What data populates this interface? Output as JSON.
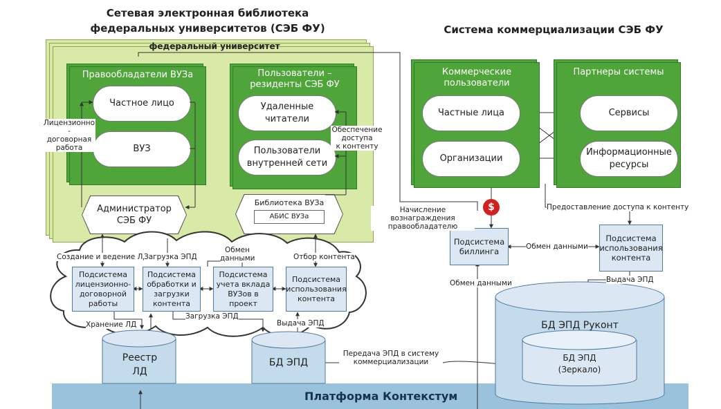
{
  "titles": {
    "left_line1": "Сетевая электронная библиотека",
    "left_line2": "федеральных университетов (СЭБ ФУ)",
    "right": "Система коммерциализации СЭБ ФУ"
  },
  "university": {
    "label": "федеральный университет"
  },
  "rightholders": {
    "title": "Правообладатели ВУЗа",
    "items": [
      "Частное лицо",
      "ВУЗ"
    ]
  },
  "residents": {
    "title_line1": "Пользователи –",
    "title_line2": "резиденты СЭБ ФУ",
    "items": [
      {
        "line1": "Удаленные",
        "line2": "читатели"
      },
      {
        "line1": "Пользователи",
        "line2": "внутренней сети"
      }
    ]
  },
  "admin": {
    "line1": "Администратор",
    "line2": "СЭБ ФУ"
  },
  "library": {
    "title": "Библиотека ВУЗа",
    "abis": "АБИС ВУЗа"
  },
  "commercial": {
    "title_line1": "Коммерческие",
    "title_line2": "пользователи",
    "items": [
      "Частные лица",
      "Организации"
    ]
  },
  "partners": {
    "title": "Партнеры системы",
    "items": [
      {
        "line1": "Сервисы",
        "line2": ""
      },
      {
        "line1": "Информационные",
        "line2": "ресурсы"
      }
    ]
  },
  "subsystems": [
    {
      "lines": [
        "Подсистема",
        "лицензионно-",
        "договорной",
        "работы"
      ]
    },
    {
      "lines": [
        "Подсистема",
        "обработки и",
        "загрузки",
        "контента"
      ]
    },
    {
      "lines": [
        "Подсистема",
        "учета вклада",
        "ВУЗов в",
        "проект"
      ]
    },
    {
      "lines": [
        "Подсистема",
        "использования",
        "контента"
      ]
    }
  ],
  "billing": {
    "lines": [
      "Подсистема",
      "биллинга"
    ]
  },
  "usage_right": {
    "lines": [
      "Подсистема",
      "использования",
      "контента"
    ]
  },
  "labels": {
    "license_work": [
      "Лицензионно -",
      "договорная",
      "работа"
    ],
    "access": [
      "Обеспечение",
      "доступа",
      "к контенту"
    ],
    "create_ld": "Создание и ведение ЛД",
    "load_epd_top": "Загрузка ЭПД",
    "exchange_top": [
      "Обмен",
      "данными"
    ],
    "select_content": "Отбор контента",
    "store_ld": "Хранение ЛД",
    "load_epd_bottom": "Загрузка ЭПД",
    "issue_epd_left": "Выдача ЭПД",
    "reward": [
      "Начисление вознаграждения",
      "правообладателю"
    ],
    "grant_access": "Предоставление доступа к контенту",
    "exchange_right": "Обмен данными",
    "exchange_bottom": "Обмен данными",
    "issue_epd_right": "Выдача ЭПД",
    "transfer": [
      "Передача ЭПД в систему",
      "коммерциализации"
    ],
    "dollar": "$"
  },
  "databases": {
    "registry": {
      "line1": "Реестр",
      "line2": "ЛД"
    },
    "epd": "БД ЭПД",
    "rukont": "БД ЭПД Руконт",
    "mirror": {
      "line1": "БД ЭПД",
      "line2": "(Зеркало)"
    }
  },
  "platform": {
    "label": "Платформа Контекстум"
  },
  "colors": {
    "green_dark": "#4fa53a",
    "green_light": "#d9e9a7",
    "sub_fill": "#dbe8f4",
    "platform": "#9bc2dc",
    "dollar": "#d21f1f"
  }
}
